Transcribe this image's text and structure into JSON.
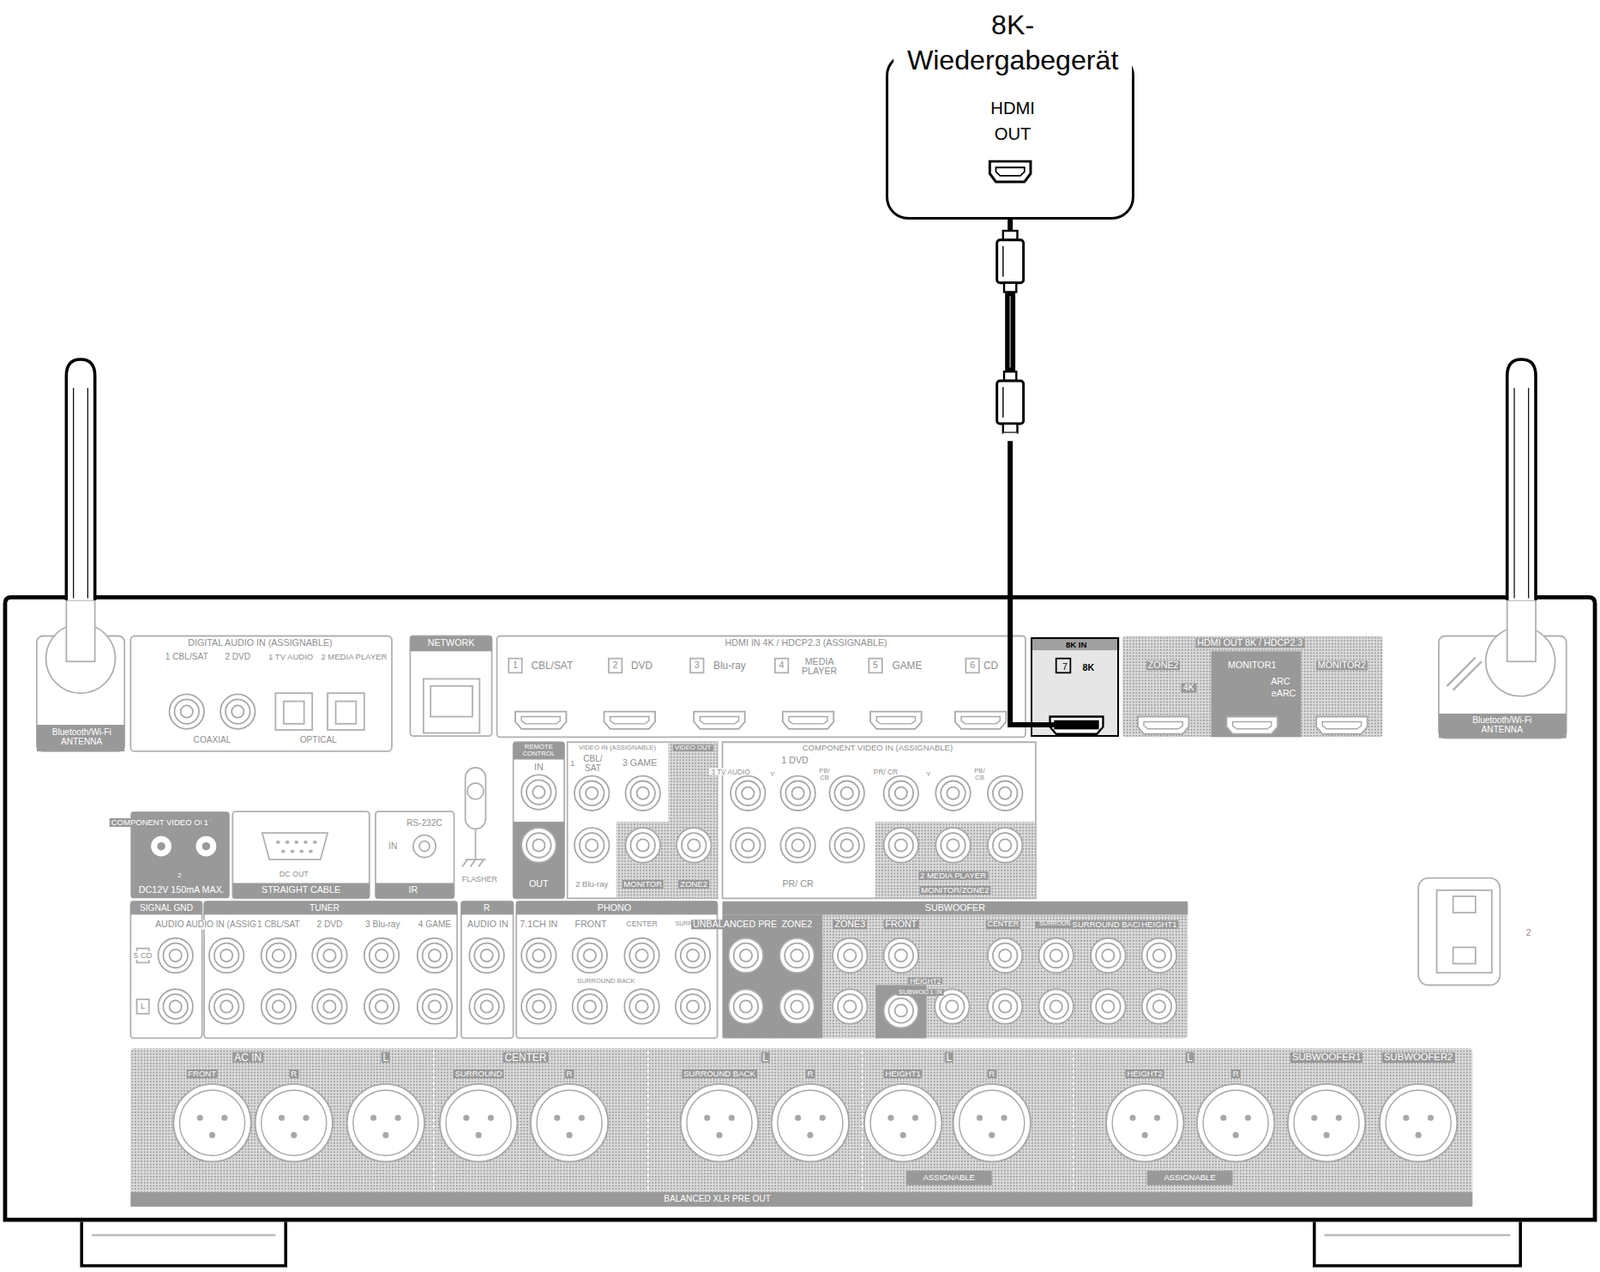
{
  "diagram": {
    "nodes": [
      {
        "text": [
          "8K- Wiedergabegerät",
          "HDMI OUT"
        ]
      },
      {
        "text": [
          "8K IN",
          "7",
          "8K"
        ]
      }
    ],
    "edges": [
      {
        "from": 0,
        "to": 1,
        "arrow": "none"
      }
    ],
    "labels": [
      "Bluetooth/Wi-Fi ANTENNA",
      "DIGITAL AUDIO IN (ASSIGNABLE)",
      "1 CBL/SAT",
      "2 DVD",
      "1 TV AUDIO",
      "2 MEDIA PLAYER",
      "COAXIAL",
      "OPTICAL",
      "NETWORK",
      "HDMI IN 4K / HDCP2.3 (ASSIGNABLE)",
      "1",
      "CBL/SAT",
      "2",
      "DVD",
      "3",
      "Blu-ray",
      "4",
      "MEDIA PLAYER",
      "5",
      "GAME",
      "6",
      "CD",
      "HDMI OUT 8K / HDCP2.3",
      "ZONE2",
      "4K",
      "MONITOR1",
      "ARC",
      "eARC",
      "MONITOR2",
      "Bluetooth/Wi-Fi ANTENNA",
      "REMOTE CONTROL",
      "IN",
      "OUT",
      "VIDEO IN (ASSIGNABLE)",
      "1",
      "CBL/ SAT",
      "3 GAME",
      "2 Blu-ray",
      "VIDEO OUT",
      "MONITOR",
      "ZONE2",
      "COMPONENT VIDEO IN (ASSIGNABLE)",
      "1 DVD",
      "3 TV AUDIO",
      "Y",
      "PB/ CB",
      "PR/ CR",
      "Y",
      "PB/ CB",
      "PR/ CR",
      "2 MEDIA PLAYER",
      "MONITOR/ZONE2",
      "COMPONENT VIDEO OUT",
      "1",
      "2",
      "DC12V 150mA MAX.",
      "DC OUT",
      "STRAIGHT CABLE",
      "RS-232C",
      "IN",
      "IR",
      "FLASHER",
      "SIGNAL GND",
      "AUDIO IN",
      "TUNER",
      "AUDIO IN (ASSIGNABLE)",
      "1 CBL/SAT",
      "2 DVD",
      "3 Blu-ray",
      "4 GAME",
      "5 CD",
      "L",
      "R",
      "AUDIO IN",
      "PHONO",
      "7.1CH IN",
      "FRONT",
      "CENTER",
      "SURROUND",
      "SURROUND BACK",
      "SUBWOOFER",
      "UNBALANCED PRE OUT",
      "ZONE2",
      "ZONE3",
      "FRONT",
      "CENTER",
      "SURROUND",
      "SURROUND BACK",
      "HEIGHT1",
      "HEIGHT2",
      "SUBWOOFER",
      "1",
      "2",
      "AC IN",
      "FRONT",
      "R",
      "L",
      "CENTER",
      "SURROUND",
      "R",
      "L",
      "SURROUND BACK",
      "R",
      "L",
      "HEIGHT1",
      "R",
      "L",
      "HEIGHT2",
      "R",
      "L",
      "SUBWOOFER1",
      "SUBWOOFER2",
      "ASSIGNABLE",
      "ASSIGNABLE",
      "BALANCED XLR PRE OUT"
    ]
  }
}
